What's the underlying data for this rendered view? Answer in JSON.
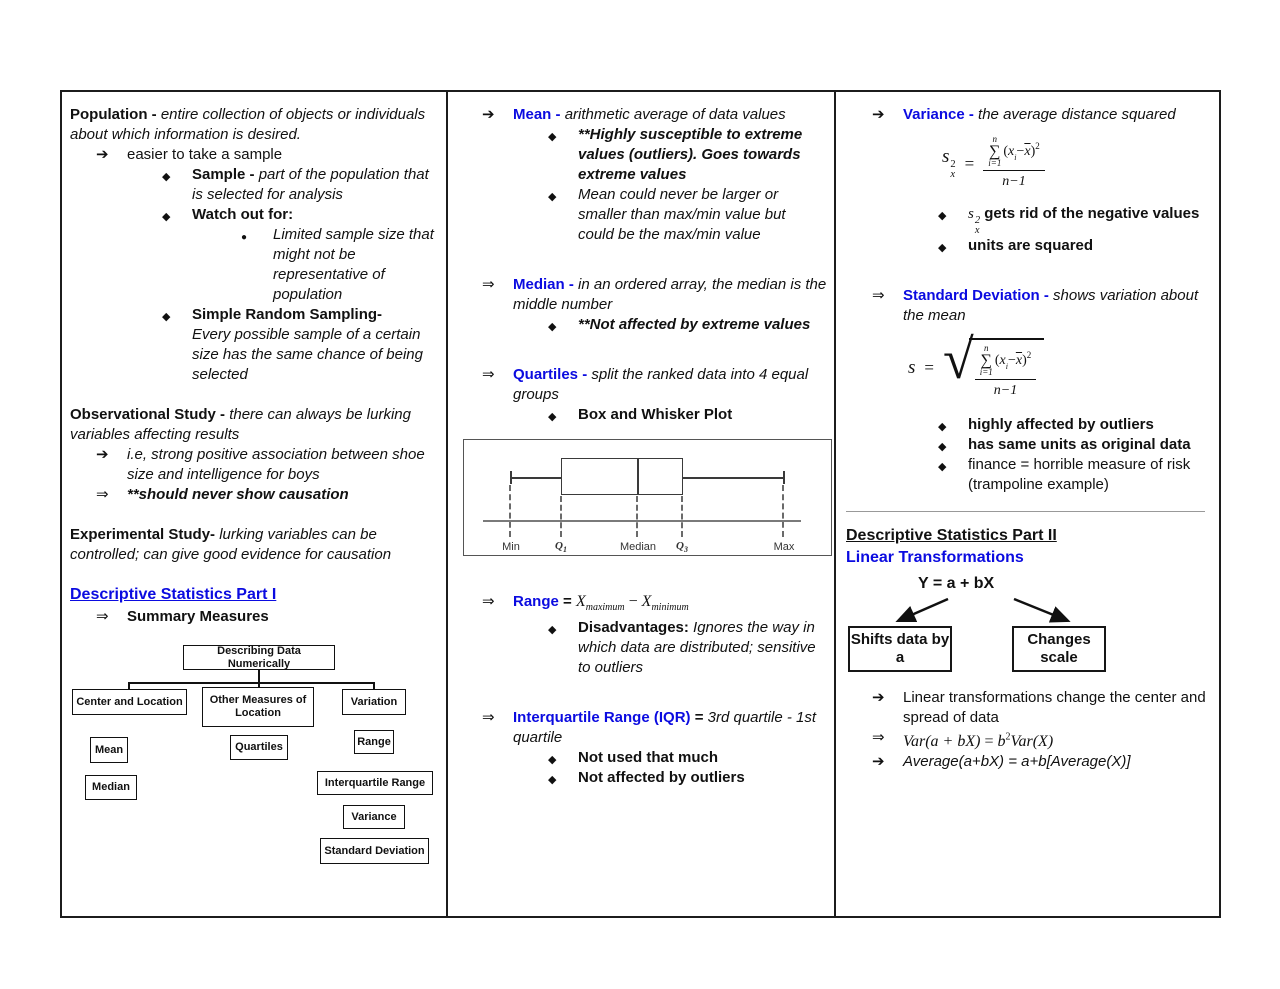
{
  "colors": {
    "accent_blue": "#0b0be0",
    "ink": "#111111",
    "border": "#1c1c1c"
  },
  "markers": {
    "arrow": "➔",
    "double_arrow": "⇒",
    "diamond": "◆",
    "dot": "●"
  },
  "col1": {
    "population_term": "Population - ",
    "population_desc": "entire collection of objects or individuals about which information is desired.",
    "easier": "easier to take a sample",
    "sample_term": "Sample - ",
    "sample_desc": "part of the population that is selected for analysis",
    "watch": "Watch out for:",
    "limited": "Limited sample size that might not be representative of population",
    "srs_term": "Simple Random Sampling-",
    "srs_desc": "Every possible sample of a certain size has the same chance of being selected",
    "obs_term": "Observational Study - ",
    "obs_desc": "there can always be lurking variables affecting results",
    "obs_example": "i.e, strong positive association between shoe size and intelligence for boys",
    "obs_warning": "**should never show causation",
    "exp_term": "Experimental Study- ",
    "exp_desc": "lurking variables can be controlled; can give good evidence for causation",
    "part1_heading": "Descriptive Statistics Part I",
    "summary_measures": "Summary Measures",
    "tree": {
      "root": "Describing Data Numerically",
      "center": "Center and Location",
      "other": "Other Measures of Location",
      "variation": "Variation",
      "mean": "Mean",
      "median": "Median",
      "quartiles": "Quartiles",
      "range": "Range",
      "iqr": "Interquartile Range",
      "variance": "Variance",
      "sd": "Standard Deviation"
    }
  },
  "col2": {
    "mean_term": "Mean - ",
    "mean_desc": "arithmetic average of data values",
    "mean_b1": "**Highly susceptible to extreme values (outliers). Goes towards extreme values",
    "mean_b2": "Mean could never be larger or smaller than max/min value but could be the max/min value",
    "median_term": "Median - ",
    "median_desc": "in an ordered array, the median is the middle number",
    "median_b1": "**Not affected by extreme values",
    "quartiles_term": "Quartiles - ",
    "quartiles_desc": "split the ranked data into 4 equal groups",
    "quartiles_b1": "Box and Whisker Plot",
    "boxplot": {
      "min": "Min",
      "q": "Q",
      "q1_sub": "1",
      "median": "Median",
      "q3_sub": "3",
      "max": "Max"
    },
    "range_term": "Range",
    "range_eq": " = ",
    "range_X": "X",
    "range_max_sub": "maximum",
    "range_minus": " − ",
    "range_min_sub": "minimum",
    "range_b1_term": "Disadvantages: ",
    "range_b1_desc": "Ignores the way in which data are distributed; sensitive to outliers",
    "iqr_term": "Interquartile Range (IQR)",
    "iqr_eq": " = ",
    "iqr_desc": "3rd quartile - 1st quartile",
    "iqr_b1": "Not used that much",
    "iqr_b2": "Not affected by outliers"
  },
  "col3": {
    "variance_term": "Variance - ",
    "variance_desc": "the average distance squared",
    "f_s": "s",
    "f_sup": "2",
    "f_sub": "x",
    "f_eq": "=",
    "radical": "√",
    "sumfrac": {
      "top": "n",
      "sigma": "∑",
      "bot": "i=1",
      "open": "(",
      "x": "x",
      "i": "i",
      "minus": "−",
      "xbar": "x",
      "close": ")",
      "sq": "2",
      "den": "n−1"
    },
    "sx_note": " gets rid of the negative values",
    "units_note": "units are squared",
    "sd_term": "Standard Deviation - ",
    "sd_desc": "shows variation about the mean",
    "sd_b1": "highly affected by outliers",
    "sd_b2": "has same units as original data",
    "sd_b3": "finance = horrible measure of risk (trampoline example)",
    "part2_heading": "Descriptive Statistics Part II",
    "lintrans_heading": "Linear Transformations",
    "y_formula": "Y = a + bX",
    "box_shift": "Shifts data by a",
    "box_scale": "Changes scale",
    "lin_b1": "Linear transformations change the center and spread of data",
    "var_rule_lhs": "Var(a + bX)",
    "var_rule_eq": " = ",
    "var_rule_b": "b",
    "var_rule_sup": "2",
    "var_rule_rhs": "Var(X)",
    "avg_rule": "Average(a+bX) = a+b[Average(X)]"
  }
}
